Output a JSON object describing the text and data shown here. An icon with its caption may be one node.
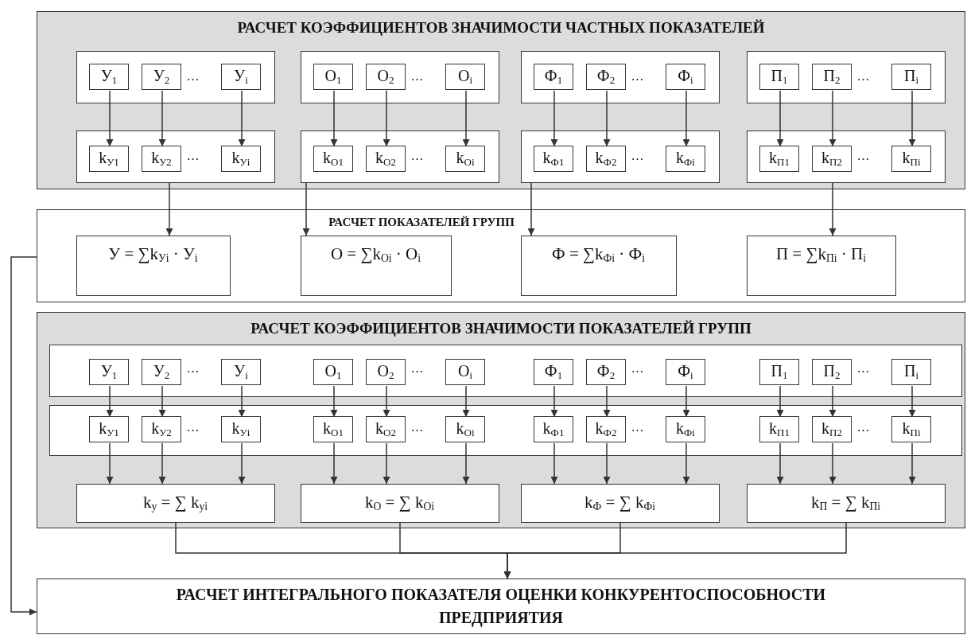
{
  "diagram": {
    "nodes": [
      {
        "text": [
          "РАСЧЕТ КОЭФФИЦИЕНТОВ ЗНАЧИМОСТИ ЧАСТНЫХ ПОКАЗАТЕЛЕЙ"
        ]
      },
      {
        "text": [
          "…"
        ],
        "in": 0
      },
      {
        "text": [
          "У$_{1}$"
        ],
        "in": 1
      },
      {
        "text": [
          "У$_{2}$"
        ],
        "in": 1
      },
      {
        "text": [
          "У$_{i}$"
        ],
        "in": 1
      },
      {
        "text": [
          "…"
        ],
        "in": 0
      },
      {
        "text": [
          "О$_{1}$"
        ],
        "in": 5
      },
      {
        "text": [
          "О$_{2}$"
        ],
        "in": 5
      },
      {
        "text": [
          "О$_{i}$"
        ],
        "in": 5
      },
      {
        "text": [
          "…"
        ],
        "in": 0
      },
      {
        "text": [
          "Ф$_{1}$"
        ],
        "in": 9
      },
      {
        "text": [
          "Ф$_{2}$"
        ],
        "in": 9
      },
      {
        "text": [
          "Ф$_{i}$"
        ],
        "in": 9
      },
      {
        "text": [
          "…"
        ],
        "in": 0
      },
      {
        "text": [
          "П$_{1}$"
        ],
        "in": 13
      },
      {
        "text": [
          "П$_{2}$"
        ],
        "in": 13
      },
      {
        "text": [
          "П$_{i}$"
        ],
        "in": 13
      },
      {
        "text": [
          "…"
        ],
        "in": 0
      },
      {
        "text": [
          "k$_{У1}$"
        ],
        "in": 17
      },
      {
        "text": [
          "k$_{У2}$"
        ],
        "in": 17
      },
      {
        "text": [
          "k$_{Уi}$"
        ],
        "in": 17
      },
      {
        "text": [
          "…"
        ],
        "in": 0
      },
      {
        "text": [
          "k$_{О1}$"
        ],
        "in": 21
      },
      {
        "text": [
          "k$_{О2}$"
        ],
        "in": 21
      },
      {
        "text": [
          "k$_{Оi}$"
        ],
        "in": 21
      },
      {
        "text": [
          "…"
        ],
        "in": 0
      },
      {
        "text": [
          "k$_{Ф1}$"
        ],
        "in": 25
      },
      {
        "text": [
          "k$_{Ф2}$"
        ],
        "in": 25
      },
      {
        "text": [
          "k$_{Фi}$"
        ],
        "in": 25
      },
      {
        "text": [
          "…"
        ],
        "in": 0
      },
      {
        "text": [
          "k$_{П1}$"
        ],
        "in": 29
      },
      {
        "text": [
          "k$_{П2}$"
        ],
        "in": 29
      },
      {
        "text": [
          "k$_{Пi}$"
        ],
        "in": 29
      },
      {
        "text": [
          "РАСЧЕТ ПОКАЗАТЕЛЕЙ ГРУПП"
        ]
      },
      {
        "text": [
          "У = ∑k$_{Уi}$ · У$_{i}$"
        ],
        "in": 33
      },
      {
        "text": [
          "О = ∑k$_{Оi}$ · О$_{i}$"
        ],
        "in": 33
      },
      {
        "text": [
          "Ф = ∑k$_{Фi}$ · Ф$_{i}$"
        ],
        "in": 33
      },
      {
        "text": [
          "П = ∑k$_{Пi}$ · П$_{i}$"
        ],
        "in": 33
      },
      {
        "text": [
          "РАСЧЕТ КОЭФФИЦИЕНТОВ ЗНАЧИМОСТИ ПОКАЗАТЕЛЕЙ ГРУПП"
        ]
      },
      {
        "text": [
          "…",
          "…",
          "…",
          "…"
        ],
        "in": 38
      },
      {
        "text": [
          "У$_{1}$"
        ],
        "in": 39
      },
      {
        "text": [
          "У$_{2}$"
        ],
        "in": 39
      },
      {
        "text": [
          "У$_{i}$"
        ],
        "in": 39
      },
      {
        "text": [
          "О$_{1}$"
        ],
        "in": 39
      },
      {
        "text": [
          "О$_{2}$"
        ],
        "in": 39
      },
      {
        "text": [
          "О$_{i}$"
        ],
        "in": 39
      },
      {
        "text": [
          "Ф$_{1}$"
        ],
        "in": 39
      },
      {
        "text": [
          "Ф$_{2}$"
        ],
        "in": 39
      },
      {
        "text": [
          "Ф$_{i}$"
        ],
        "in": 39
      },
      {
        "text": [
          "П$_{1}$"
        ],
        "in": 39
      },
      {
        "text": [
          "П$_{2}$"
        ],
        "in": 39
      },
      {
        "text": [
          "П$_{i}$"
        ],
        "in": 39
      },
      {
        "text": [
          "…",
          "…",
          "…",
          "…"
        ],
        "in": 38
      },
      {
        "text": [
          "k$_{У1}$"
        ],
        "in": 52
      },
      {
        "text": [
          "k$_{У2}$"
        ],
        "in": 52
      },
      {
        "text": [
          "k$_{Уi}$"
        ],
        "in": 52
      },
      {
        "text": [
          "k$_{О1}$"
        ],
        "in": 52
      },
      {
        "text": [
          "k$_{О2}$"
        ],
        "in": 52
      },
      {
        "text": [
          "k$_{Оi}$"
        ],
        "in": 52
      },
      {
        "text": [
          "k$_{Ф1}$"
        ],
        "in": 52
      },
      {
        "text": [
          "k$_{Ф2}$"
        ],
        "in": 52
      },
      {
        "text": [
          "k$_{Фi}$"
        ],
        "in": 52
      },
      {
        "text": [
          "k$_{П1}$"
        ],
        "in": 52
      },
      {
        "text": [
          "k$_{П2}$"
        ],
        "in": 52
      },
      {
        "text": [
          "k$_{Пi}$"
        ],
        "in": 52
      },
      {
        "text": [
          "k$_{у}$ = ∑ k$_{уi}$"
        ],
        "in": 38
      },
      {
        "text": [
          "k$_{О}$ = ∑ k$_{Оi}$"
        ],
        "in": 38
      },
      {
        "text": [
          "k$_{Ф}$ = ∑ k$_{Фi}$"
        ],
        "in": 38
      },
      {
        "text": [
          "k$_{П}$ = ∑ k$_{Пi}$"
        ],
        "in": 38
      },
      {
        "text": [
          "РАСЧЕТ ИНТЕГРАЛЬНОГО ПОКАЗАТЕЛЯ ОЦЕНКИ КОНКУРЕНТОСПОСОБНОСТИ ПРЕДПРИЯТИЯ"
        ]
      }
    ],
    "edges": [
      {
        "from": 2,
        "to": 18,
        "arrow": "to"
      },
      {
        "from": 3,
        "to": 19,
        "arrow": "to"
      },
      {
        "from": 4,
        "to": 20,
        "arrow": "to"
      },
      {
        "from": 6,
        "to": 22,
        "arrow": "to"
      },
      {
        "from": 7,
        "to": 23,
        "arrow": "to"
      },
      {
        "from": 8,
        "to": 24,
        "arrow": "to"
      },
      {
        "from": 10,
        "to": 26,
        "arrow": "to"
      },
      {
        "from": 11,
        "to": 27,
        "arrow": "to"
      },
      {
        "from": 12,
        "to": 28,
        "arrow": "to"
      },
      {
        "from": 14,
        "to": 30,
        "arrow": "to"
      },
      {
        "from": 15,
        "to": 31,
        "arrow": "to"
      },
      {
        "from": 16,
        "to": 32,
        "arrow": "to"
      },
      {
        "from": 17,
        "to": 34,
        "arrow": "to"
      },
      {
        "from": 21,
        "to": 35,
        "arrow": "to"
      },
      {
        "from": 25,
        "to": 36,
        "arrow": "to"
      },
      {
        "from": 29,
        "to": 37,
        "arrow": "to"
      },
      {
        "from": 40,
        "to": 53,
        "arrow": "to"
      },
      {
        "from": 41,
        "to": 54,
        "arrow": "to"
      },
      {
        "from": 42,
        "to": 55,
        "arrow": "to"
      },
      {
        "from": 43,
        "to": 56,
        "arrow": "to"
      },
      {
        "from": 44,
        "to": 57,
        "arrow": "to"
      },
      {
        "from": 45,
        "to": 58,
        "arrow": "to"
      },
      {
        "from": 46,
        "to": 59,
        "arrow": "to"
      },
      {
        "from": 47,
        "to": 60,
        "arrow": "to"
      },
      {
        "from": 48,
        "to": 61,
        "arrow": "to"
      },
      {
        "from": 49,
        "to": 62,
        "arrow": "to"
      },
      {
        "from": 50,
        "to": 63,
        "arrow": "to"
      },
      {
        "from": 51,
        "to": 64,
        "arrow": "to"
      },
      {
        "from": 53,
        "to": 65,
        "arrow": "to"
      },
      {
        "from": 54,
        "to": 65,
        "arrow": "to"
      },
      {
        "from": 55,
        "to": 65,
        "arrow": "to"
      },
      {
        "from": 56,
        "to": 66,
        "arrow": "to"
      },
      {
        "from": 57,
        "to": 66,
        "arrow": "to"
      },
      {
        "from": 58,
        "to": 66,
        "arrow": "to"
      },
      {
        "from": 59,
        "to": 67,
        "arrow": "to"
      },
      {
        "from": 60,
        "to": 67,
        "arrow": "to"
      },
      {
        "from": 61,
        "to": 67,
        "arrow": "to"
      },
      {
        "from": 62,
        "to": 68,
        "arrow": "to"
      },
      {
        "from": 63,
        "to": 68,
        "arrow": "to"
      },
      {
        "from": 64,
        "to": 68,
        "arrow": "to"
      },
      {
        "from": 65,
        "to": 69,
        "arrow": "to"
      },
      {
        "from": 66,
        "to": 69,
        "arrow": "to"
      },
      {
        "from": 67,
        "to": 69,
        "arrow": "to"
      },
      {
        "from": 68,
        "to": 69,
        "arrow": "to"
      },
      {
        "from": 33,
        "to": 69,
        "arrow": "to"
      }
    ]
  }
}
